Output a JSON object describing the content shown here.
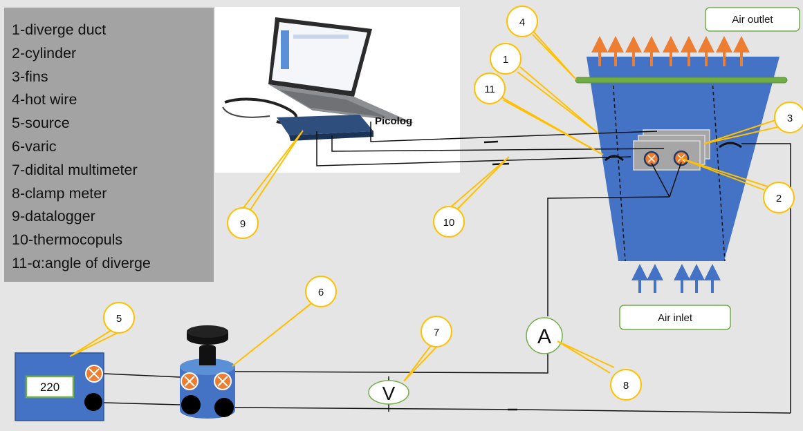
{
  "legend": {
    "items": [
      "1-diverge duct",
      "2-cylinder",
      "3-fins",
      "4-hot wire",
      "5-source",
      "6-varic",
      "7-didital multimeter",
      "8-clamp meter",
      "9-datalogger",
      "10-thermocopuls",
      "11-α:angle of diverge"
    ]
  },
  "labels": {
    "air_outlet": "Air outlet",
    "air_inlet": "Air inlet",
    "logger_brand": "Picolog",
    "source_display": "220",
    "voltmeter_symbol": "V",
    "ammeter_symbol": "A"
  },
  "callouts": {
    "c1": "1",
    "c2": "2",
    "c3": "3",
    "c4": "4",
    "c5": "5",
    "c6": "6",
    "c7": "7",
    "c8": "8",
    "c9": "9",
    "c10": "10",
    "c11": "11"
  },
  "colors": {
    "background": "#e5e5e5",
    "legend_bg": "#a3a3a3",
    "duct_blue": "#4472c4",
    "hot_wire_green": "#70ad47",
    "arrow_orange": "#ed7d31",
    "callout_border": "#ffc000",
    "fins_gray": "#a6a6a6"
  }
}
